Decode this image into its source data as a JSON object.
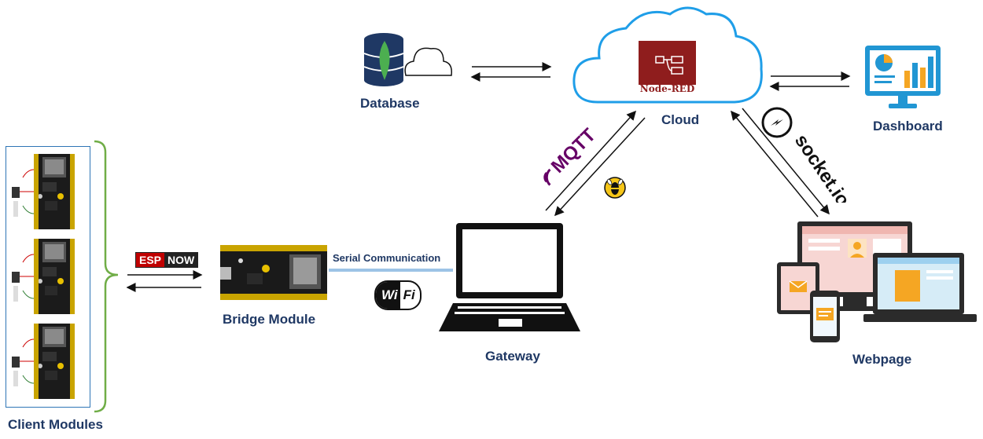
{
  "labels": {
    "client_modules": "Client Modules",
    "bridge_module": "Bridge Module",
    "gateway": "Gateway",
    "database": "Database",
    "cloud": "Cloud",
    "dashboard": "Dashboard",
    "webpage": "Webpage",
    "serial_communication": "Serial Communication"
  },
  "badges": {
    "esp": "ESP",
    "now": "NOW",
    "node_red": "Node-RED",
    "mqtt": "MQTT",
    "socket_io": "socket.io",
    "wi": "Wi",
    "fi": "Fi"
  },
  "colors": {
    "label_text": "#1f3864",
    "client_box_border": "#2e75b6",
    "brace": "#70ad47",
    "cloud_stroke": "#1f9ee8",
    "node_red": "#8f1d1d",
    "mqtt": "#660066",
    "serial_link": "#9dc3e6",
    "dashboard": "#2196d3",
    "mongodb_leaf": "#4caf50",
    "esp_red": "#c00000"
  },
  "icons": [
    "mongodb-database-icon",
    "cloud-icon",
    "node-red-icon",
    "dashboard-monitor-icon",
    "laptop-icon",
    "bee-icon",
    "socket-io-icon",
    "wifi-icon",
    "devices-icon",
    "esp-board-icon"
  ]
}
